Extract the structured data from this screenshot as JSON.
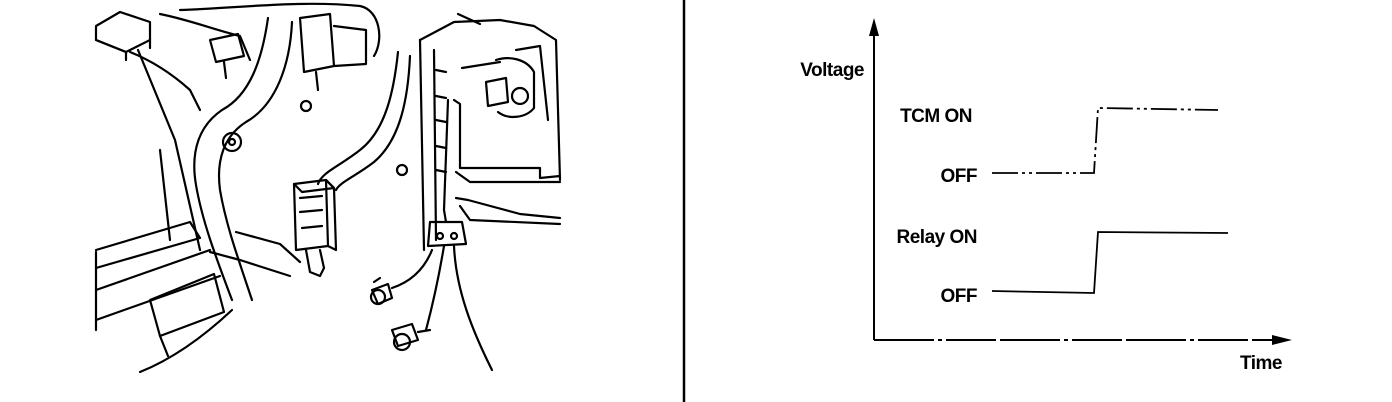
{
  "diagram": {
    "y_axis_label": "Voltage",
    "x_axis_label": "Time",
    "signals": [
      {
        "name": "TCM",
        "on_label": "TCM ON",
        "off_label": "OFF"
      },
      {
        "name": "Relay",
        "on_label": "Relay ON",
        "off_label": "OFF"
      }
    ]
  },
  "colors": {
    "ink": "#000000",
    "background": "#ffffff"
  }
}
